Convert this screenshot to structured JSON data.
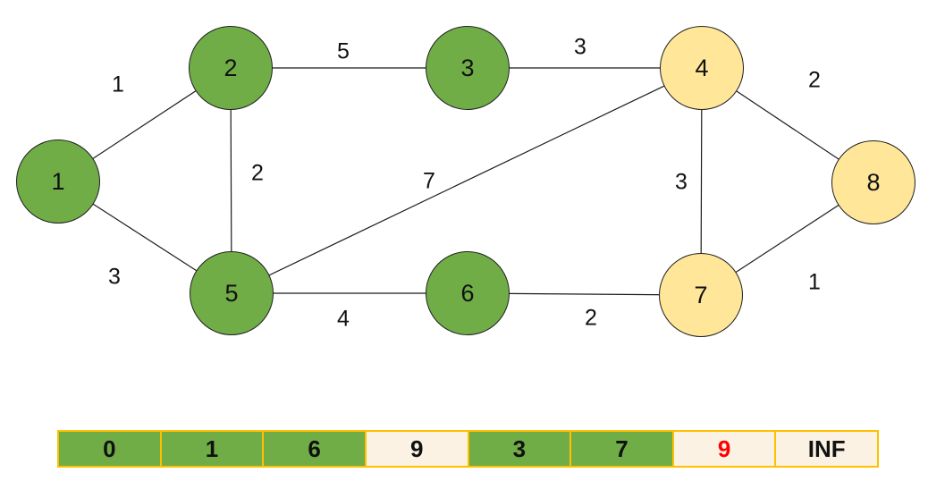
{
  "colors": {
    "node_green": "#70AD47",
    "node_yellow": "#FFE699",
    "edge_line": "#1a1a1a",
    "table_border_gold": "#FFC000",
    "cell_green": "#70AD47",
    "cell_cream": "#FCF2E3",
    "red_value": "#FF0000"
  },
  "graph": {
    "nodes": [
      {
        "id": "1",
        "label": "1",
        "color": "green"
      },
      {
        "id": "2",
        "label": "2",
        "color": "green"
      },
      {
        "id": "3",
        "label": "3",
        "color": "green"
      },
      {
        "id": "4",
        "label": "4",
        "color": "yellow"
      },
      {
        "id": "5",
        "label": "5",
        "color": "green"
      },
      {
        "id": "6",
        "label": "6",
        "color": "green"
      },
      {
        "id": "7",
        "label": "7",
        "color": "yellow"
      },
      {
        "id": "8",
        "label": "8",
        "color": "yellow"
      }
    ],
    "edges": [
      {
        "from": "1",
        "to": "2",
        "weight": "1"
      },
      {
        "from": "1",
        "to": "5",
        "weight": "3"
      },
      {
        "from": "2",
        "to": "3",
        "weight": "5"
      },
      {
        "from": "2",
        "to": "5",
        "weight": "2"
      },
      {
        "from": "3",
        "to": "4",
        "weight": "3"
      },
      {
        "from": "4",
        "to": "7",
        "weight": "3"
      },
      {
        "from": "4",
        "to": "8",
        "weight": "2"
      },
      {
        "from": "5",
        "to": "4",
        "weight": "7"
      },
      {
        "from": "5",
        "to": "6",
        "weight": "4"
      },
      {
        "from": "6",
        "to": "7",
        "weight": "2"
      },
      {
        "from": "7",
        "to": "8",
        "weight": "1"
      }
    ]
  },
  "table": {
    "cells": [
      {
        "value": "0",
        "state": "green"
      },
      {
        "value": "1",
        "state": "green"
      },
      {
        "value": "6",
        "state": "green"
      },
      {
        "value": "9",
        "state": "cream"
      },
      {
        "value": "3",
        "state": "green"
      },
      {
        "value": "7",
        "state": "green"
      },
      {
        "value": "9",
        "state": "cream-red"
      },
      {
        "value": "INF",
        "state": "cream"
      }
    ]
  }
}
